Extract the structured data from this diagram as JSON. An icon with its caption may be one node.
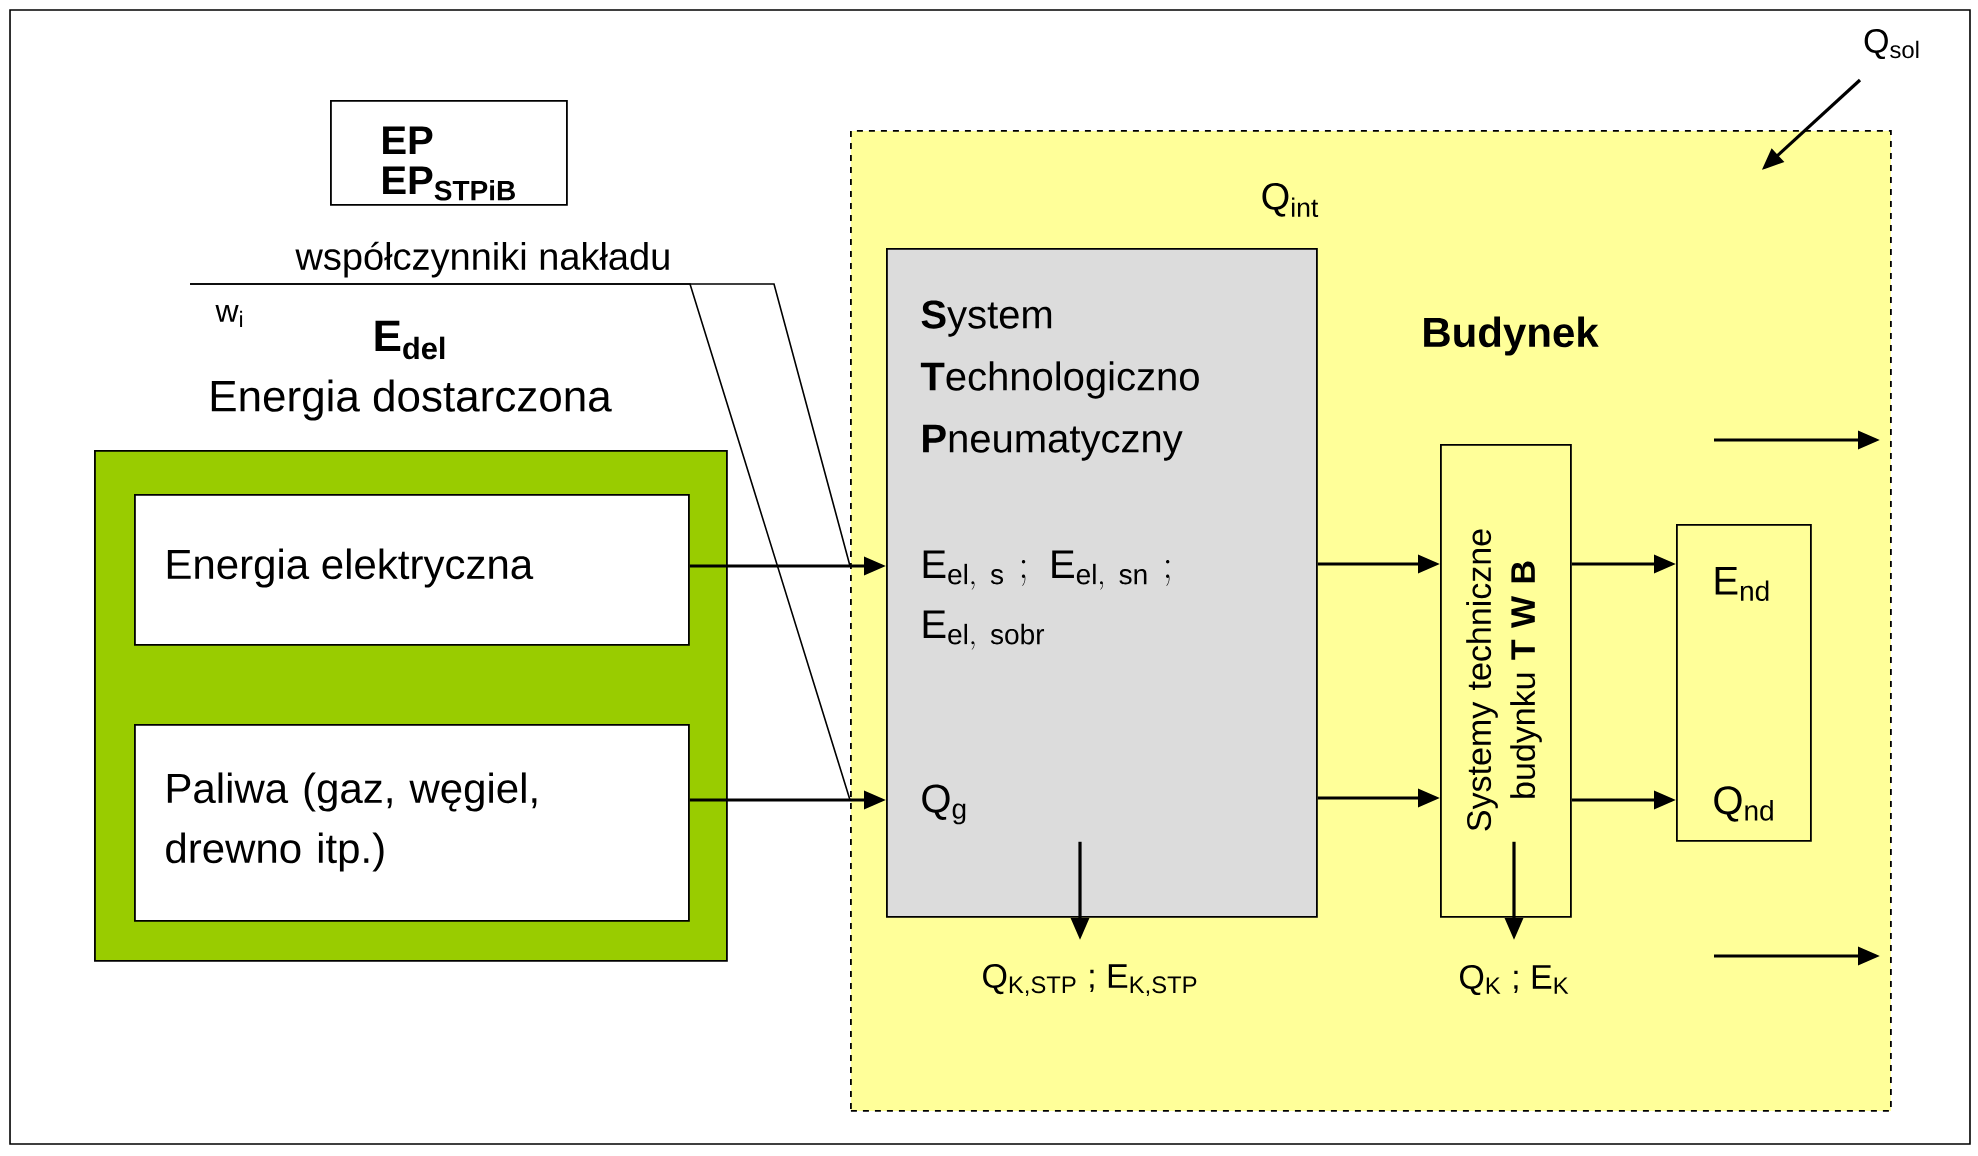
{
  "diagram": {
    "nodes": [
      {
        "text": [
          "EP",
          "EP$_{STPiB}$"
        ]
      },
      {
        "text": [
          "E$_{del}$",
          "Energia dostarczona"
        ]
      },
      {
        "text": [
          "Budynek"
        ]
      },
      {
        "text": [
          "**S**ystem **T**echnologiczno **P**neumatyczny",
          "\\mathrm{E}_{\\mathrm{el,\\ s}}\\ ;\\ \\mathrm{E}_{\\mathrm{el,\\ sn}}\\ ;\\allowbreak\\ \\mathrm{E}_{\\mathrm{el,\\ sobr}}",
          "Q$_{g}$"
        ],
        "in": 2
      },
      {
        "text": [
          "Systemy techniczne budynku **T W B**"
        ],
        "in": 2
      },
      {
        "text": [
          "E$_{nd}$",
          "Q$_{nd}$"
        ],
        "in": 2
      },
      {
        "text": [
          "Energia elektryczna"
        ],
        "in": 1
      },
      {
        "text": [
          "Paliwa (gaz, węgiel, drewno itp.)"
        ],
        "in": 1
      },
      {
        "text": [
          "współczynniki nakładu"
        ]
      }
    ],
    "edges": [
      {
        "from": 6,
        "to": 3,
        "arrow": "to"
      },
      {
        "from": 7,
        "to": 3,
        "arrow": "to"
      },
      {
        "from": 3,
        "to": 4,
        "arrow": "to"
      },
      {
        "from": 3,
        "to": 4,
        "arrow": "to"
      },
      {
        "from": 4,
        "to": 5,
        "arrow": "to"
      },
      {
        "from": 4,
        "to": 5,
        "arrow": "to"
      },
      {
        "from": 3,
        "to": null,
        "arrow": "to",
        "label": "Q$_{K,STP}$ ; E$_{K,STP}$"
      },
      {
        "from": 4,
        "to": null,
        "arrow": "to",
        "label": "Q$_{K}$ ; E$_{K}$"
      },
      {
        "from": null,
        "to": 2,
        "arrow": "to",
        "label": "Q$_{sol}$"
      },
      {
        "from": 8,
        "to": 2,
        "arrow": "none"
      },
      {
        "from": 8,
        "to": 2,
        "arrow": "none"
      }
    ],
    "labels": [
      "w$_{i}$",
      "Q$_{int}$"
    ]
  }
}
